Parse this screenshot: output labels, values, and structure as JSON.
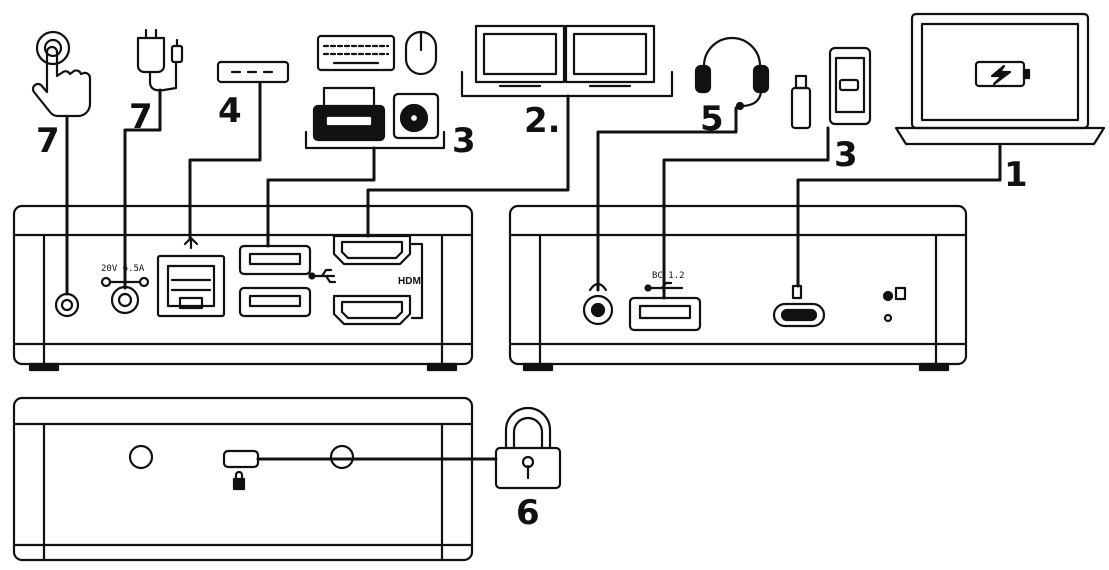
{
  "callouts": {
    "power_button": "7",
    "power_adapter": "7",
    "ethernet": "4",
    "usb_a_peripherals": "3",
    "monitors": "2.",
    "headset": "5",
    "usb_front": "3",
    "laptop": "1",
    "lock": "6"
  },
  "port_labels": {
    "power_rating": "20V 6.5A",
    "hdmi": "HDMI",
    "bc12": "BC 1.2"
  }
}
